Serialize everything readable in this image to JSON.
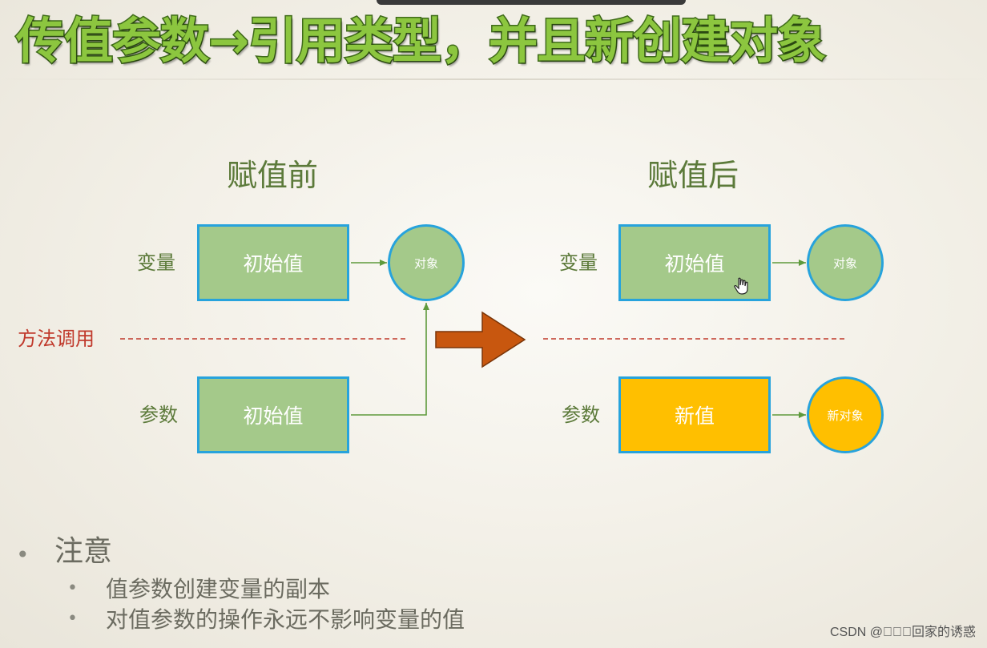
{
  "title": "传值参数→引用类型，并且新创建对象",
  "before": {
    "heading": "赋值前",
    "variable_label": "变量",
    "param_label": "参数",
    "variable_box": "初始值",
    "param_box": "初始值",
    "object": "对象"
  },
  "after": {
    "heading": "赋值后",
    "variable_label": "变量",
    "param_label": "参数",
    "variable_box": "初始值",
    "param_box": "新值",
    "object": "对象",
    "new_object": "新对象"
  },
  "method_call_label": "方法调用",
  "notes": {
    "heading": "注意",
    "items": [
      "值参数创建变量的副本",
      "对值参数的操作永远不影响变量的值"
    ]
  },
  "watermark": "CSDN @\u0000\u0000\u0000回家的诱惑",
  "colors": {
    "title_fill": "#8cc63f",
    "box_green": "#a4c98a",
    "box_yellow": "#ffbf00",
    "border_blue": "#27a3dc",
    "arrow_orange": "#c8570f",
    "dashed_red": "#c0392b",
    "connector_green": "#5e9a3c"
  }
}
